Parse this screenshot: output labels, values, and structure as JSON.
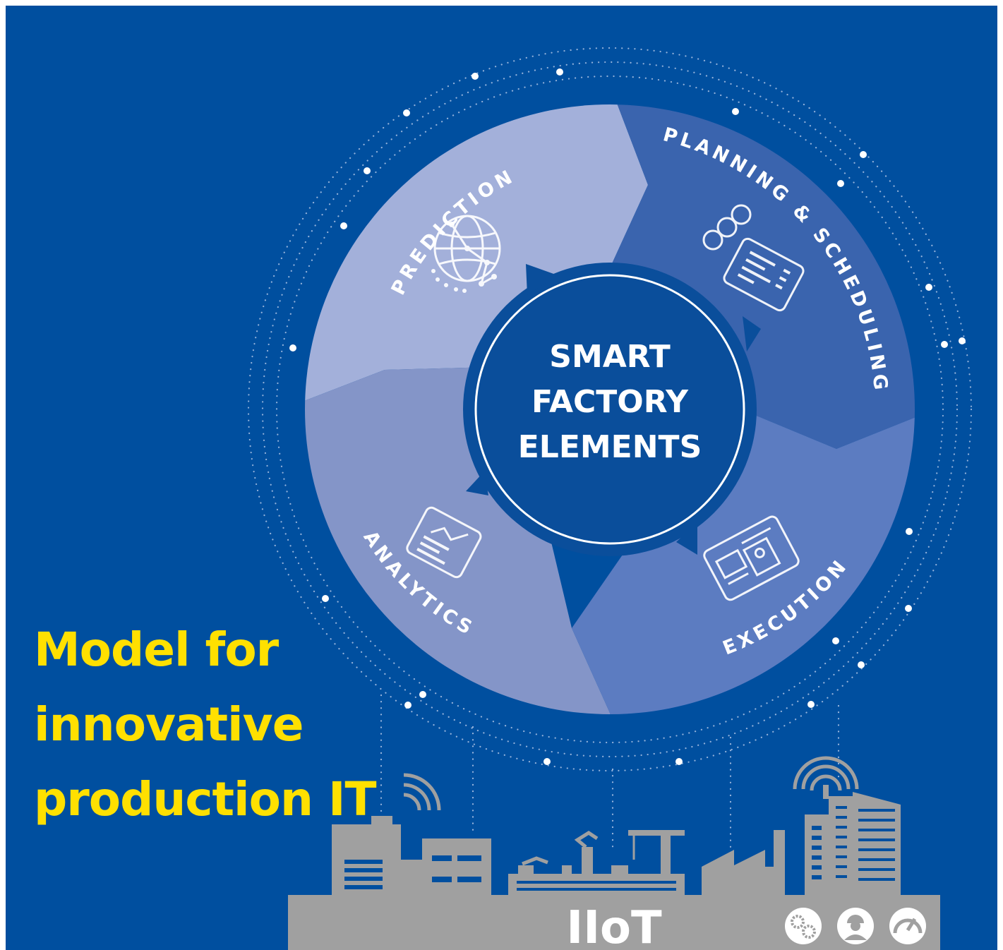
{
  "center": {
    "line1": "SMART",
    "line2": "FACTORY",
    "line3": "ELEMENTS"
  },
  "segments": [
    {
      "label": "PREDICTION",
      "icon": "ai-globe-icon"
    },
    {
      "label": "PLANNING & SCHEDULING",
      "icon": "schedule-tablet-icon"
    },
    {
      "label": "EXECUTION",
      "icon": "monitor-worker-icon"
    },
    {
      "label": "ANALYTICS",
      "icon": "tablet-chart-icon"
    }
  ],
  "headline": {
    "line1": "Model for",
    "line2": "innovative",
    "line3": "production IT"
  },
  "footer": {
    "label": "IIoT",
    "icons": [
      "gears-icon",
      "worker-icon",
      "gauge-icon"
    ]
  },
  "colors": {
    "background": "#004f9f",
    "prediction": "#a3b0da",
    "planning": "#3a64ae",
    "execution": "#5c7cc1",
    "analytics": "#8495c8",
    "center": "#0a4e9b",
    "headline": "#ffe000",
    "city": "#a0a0a0"
  }
}
